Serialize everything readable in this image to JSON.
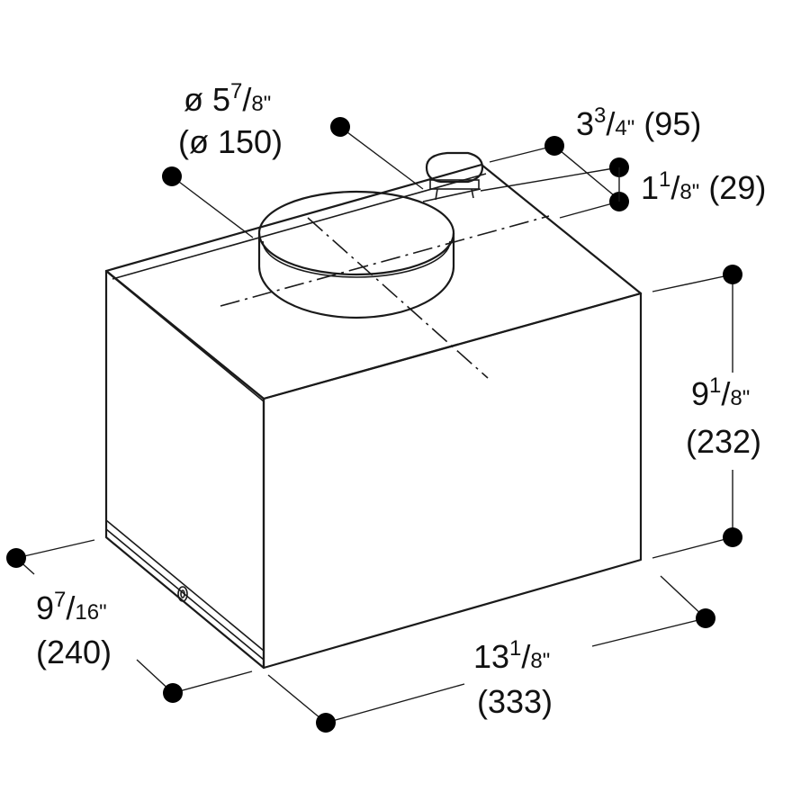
{
  "dimensions": {
    "duct_diameter": {
      "whole": "ø 5",
      "num": "7",
      "den": "8",
      "unit": "\"",
      "metric": "(ø 150)"
    },
    "connector_width": {
      "whole": "3",
      "num": "3",
      "den": "4",
      "unit": "\"",
      "metric": "(95)"
    },
    "connector_offset": {
      "whole": "1",
      "num": "1",
      "den": "8",
      "unit": "\"",
      "metric": "(29)"
    },
    "height": {
      "whole": "9",
      "num": "1",
      "den": "8",
      "unit": "\"",
      "metric": "(232)"
    },
    "width": {
      "whole": "13",
      "num": "1",
      "den": "8",
      "unit": "\"",
      "metric": "(333)"
    },
    "depth": {
      "whole": "9",
      "num": "7",
      "den": "16",
      "unit": "\"",
      "metric": "(240)"
    }
  },
  "colors": {
    "line": "#1a1a1a",
    "dot": "#000000",
    "background": "#ffffff"
  }
}
